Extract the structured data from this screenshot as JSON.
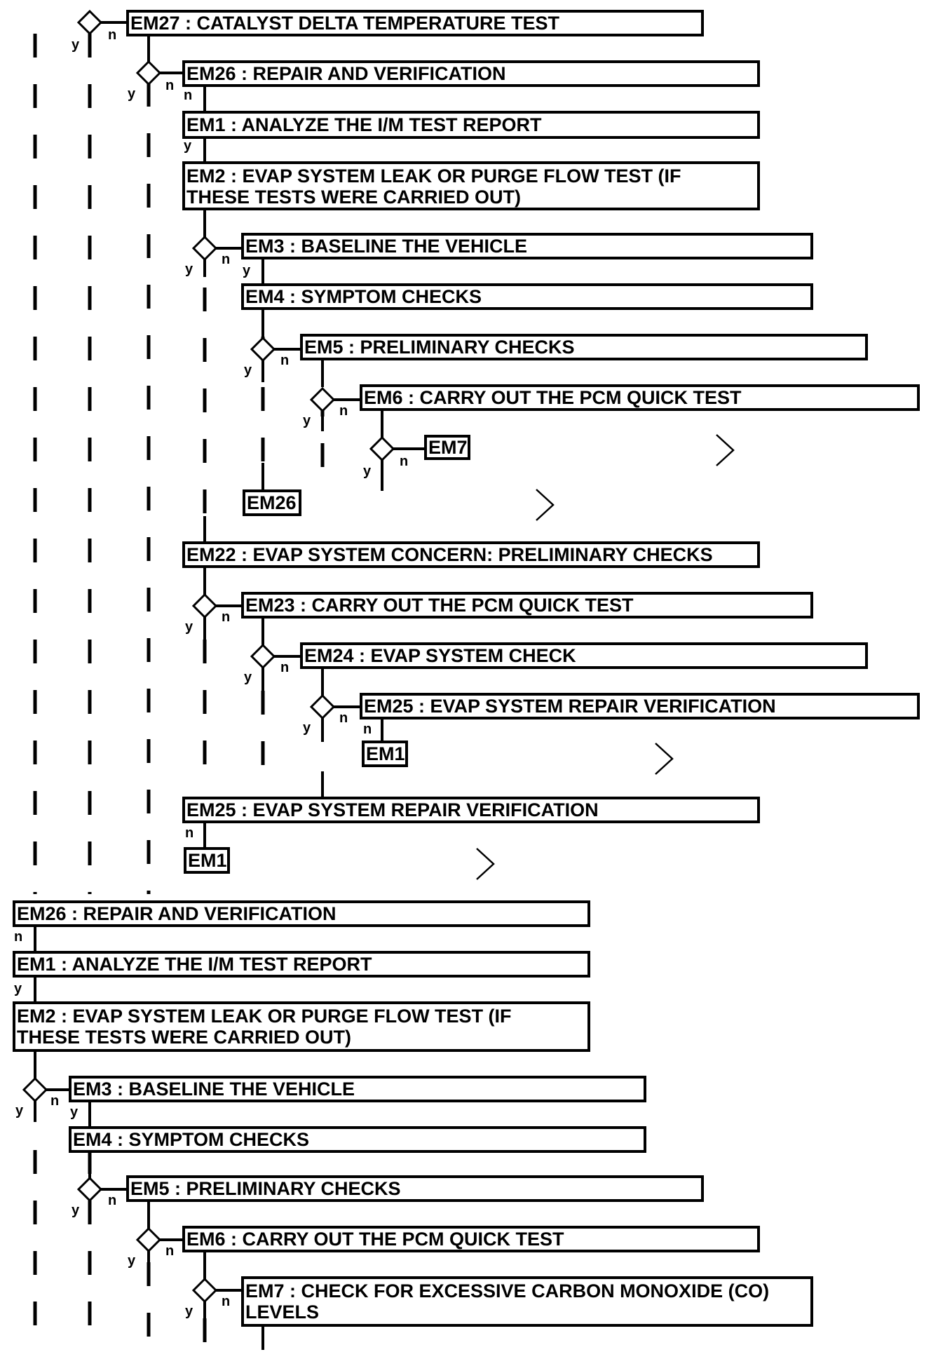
{
  "steps": {
    "em27": "EM27 : CATALYST DELTA TEMPERATURE TEST",
    "em26_a": "EM26 : REPAIR AND VERIFICATION",
    "em1_a": "EM1 : ANALYZE THE I/M TEST REPORT",
    "em2_a_line1": "EM2 : EVAP SYSTEM LEAK OR PURGE FLOW TEST (IF",
    "em2_a_line2": "THESE TESTS WERE CARRIED OUT)",
    "em3_a": "EM3 : BASELINE THE VEHICLE",
    "em4_a": "EM4 : SYMPTOM CHECKS",
    "em5_a": "EM5 : PRELIMINARY CHECKS",
    "em6_a": "EM6 : CARRY OUT THE PCM QUICK TEST",
    "em7_ref": "EM7",
    "em26_ref": "EM26",
    "em22": "EM22 : EVAP SYSTEM CONCERN: PRELIMINARY CHECKS",
    "em23": "EM23 : CARRY OUT THE PCM QUICK TEST",
    "em24": "EM24 : EVAP SYSTEM CHECK",
    "em25_a": "EM25 : EVAP SYSTEM REPAIR VERIFICATION",
    "em1_ref_a": "EM1",
    "em25_b": "EM25 : EVAP SYSTEM REPAIR VERIFICATION",
    "em1_ref_b": "EM1",
    "em26_b": "EM26 : REPAIR AND VERIFICATION",
    "em1_b": "EM1 : ANALYZE THE I/M TEST REPORT",
    "em2_b_line1": "EM2 : EVAP SYSTEM LEAK OR PURGE FLOW TEST (IF",
    "em2_b_line2": "THESE TESTS WERE CARRIED OUT)",
    "em3_b": "EM3 : BASELINE THE VEHICLE",
    "em4_b": "EM4 : SYMPTOM CHECKS",
    "em5_b": "EM5 : PRELIMINARY CHECKS",
    "em6_b": "EM6 : CARRY OUT THE PCM QUICK TEST",
    "em7_b_line1": "EM7 : CHECK FOR EXCESSIVE CARBON MONOXIDE (CO)",
    "em7_b_line2": "LEVELS"
  },
  "branch_labels": {
    "yes": "y",
    "no": "n"
  }
}
